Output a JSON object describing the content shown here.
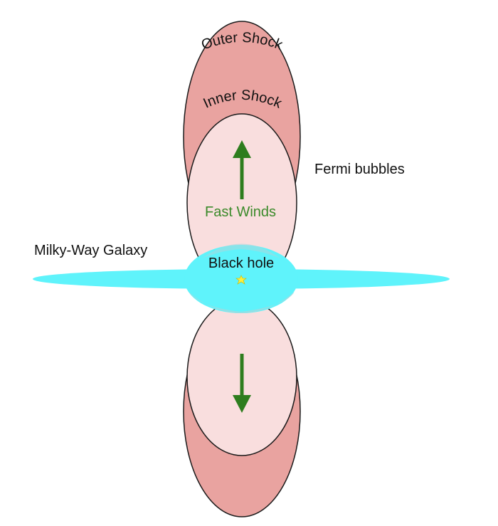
{
  "diagram": {
    "labels": {
      "outer_shock": "Outer Shock",
      "inner_shock": "Inner Shock",
      "fermi_bubbles": "Fermi bubbles",
      "fast_winds": "Fast Winds",
      "milky_way_galaxy": "Milky-Way Galaxy",
      "black_hole": "Black hole"
    },
    "colors": {
      "outer_shock_fill": "#e9a3a0",
      "inner_shock_fill": "#f9dede",
      "galaxy_fill": "#5ff3fb",
      "galaxy_overlap": "#a9d7dc",
      "arrow": "#2e7d1e",
      "fast_winds_text": "#3b8a2a",
      "star": "#ffef3a",
      "text": "#111111"
    }
  }
}
